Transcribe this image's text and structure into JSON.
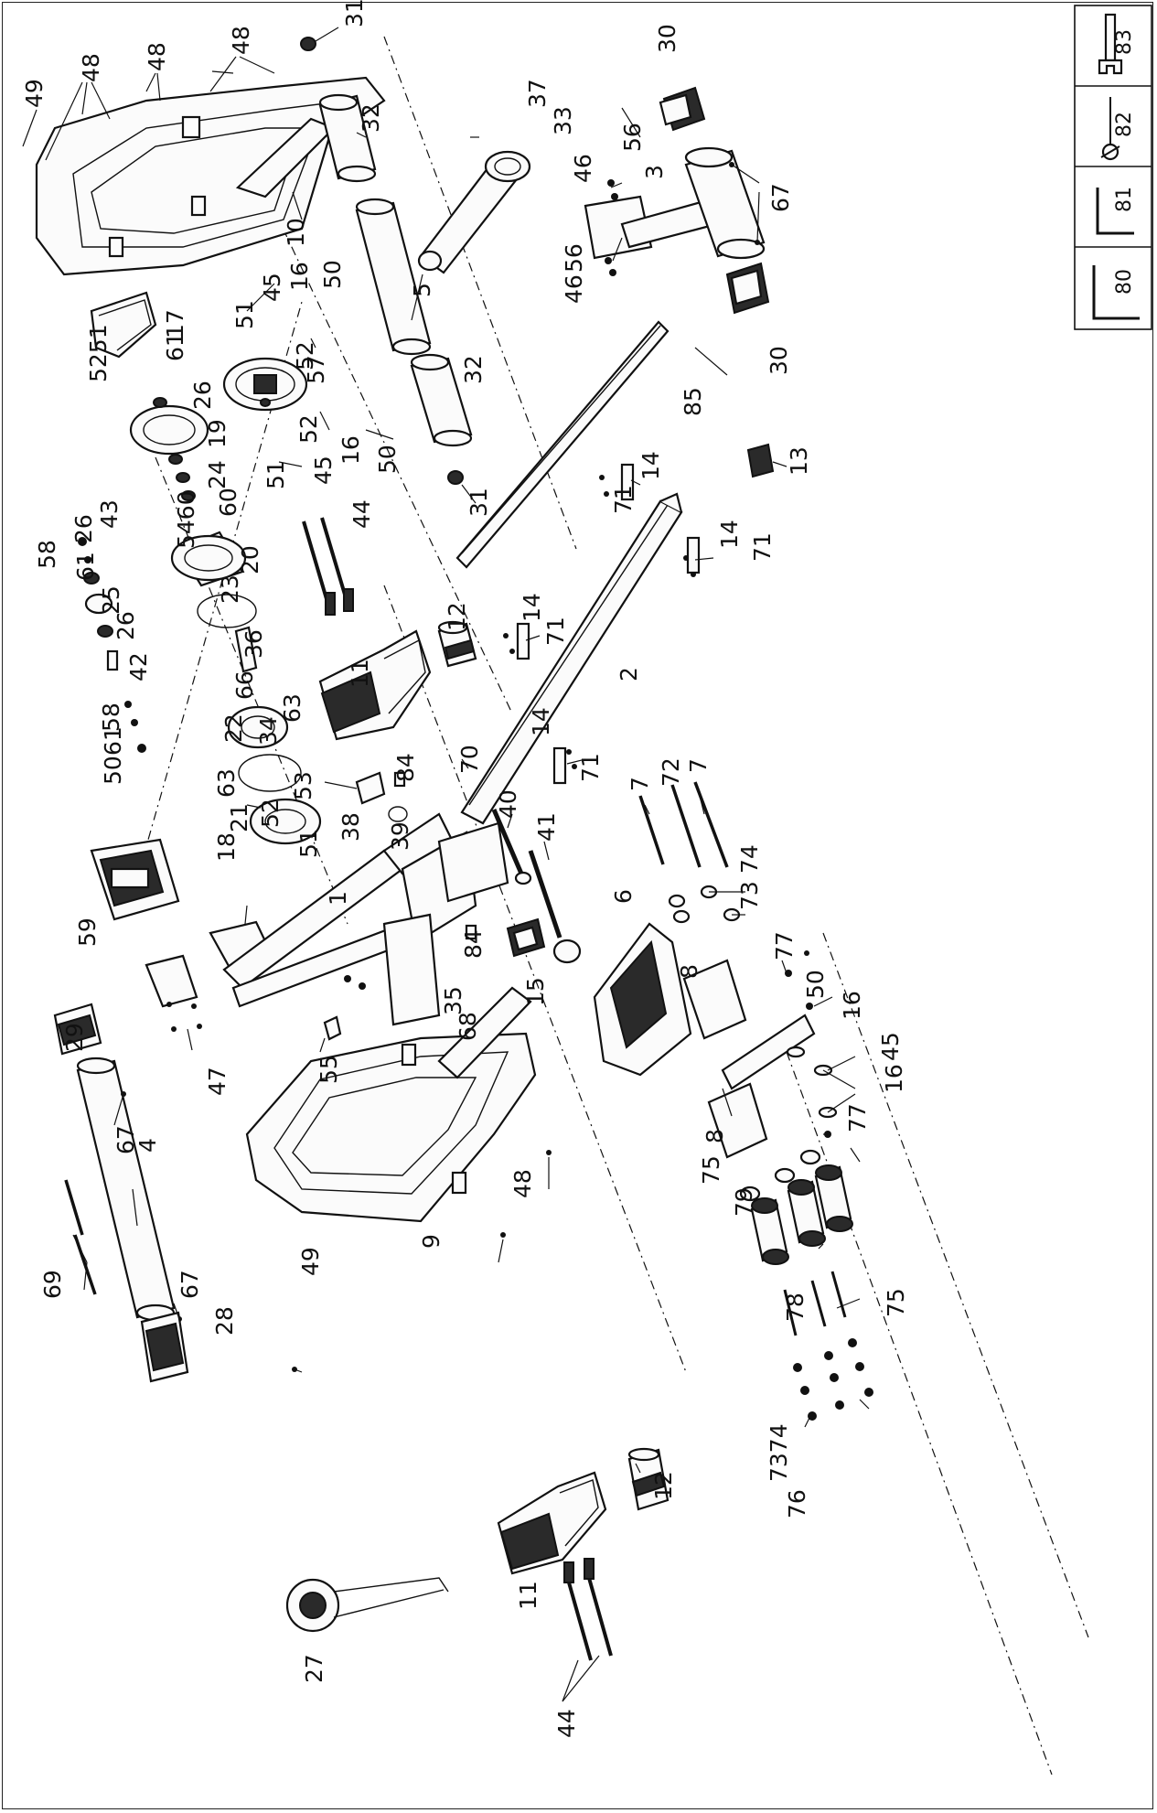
{
  "tools": [
    {
      "number": "80",
      "icon": "l-hex-key-icon"
    },
    {
      "number": "81",
      "icon": "l-hex-key-small-icon"
    },
    {
      "number": "82",
      "icon": "cross-wrench-icon"
    },
    {
      "number": "83",
      "icon": "open-wrench-icon"
    }
  ],
  "callouts": [
    {
      "id": "c49a",
      "text": "49"
    },
    {
      "id": "c48a",
      "text": "48"
    },
    {
      "id": "c48b",
      "text": "48"
    },
    {
      "id": "c48c",
      "text": "48"
    },
    {
      "id": "c31a",
      "text": "31"
    },
    {
      "id": "c32a",
      "text": "32"
    },
    {
      "id": "c37",
      "text": "37"
    },
    {
      "id": "c33",
      "text": "33"
    },
    {
      "id": "c30a",
      "text": "30"
    },
    {
      "id": "c46a",
      "text": "46"
    },
    {
      "id": "c56a",
      "text": "56"
    },
    {
      "id": "c3",
      "text": "3"
    },
    {
      "id": "c67a",
      "text": "67"
    },
    {
      "id": "c10",
      "text": "10"
    },
    {
      "id": "c5",
      "text": "5"
    },
    {
      "id": "c51a",
      "text": "51"
    },
    {
      "id": "c45a",
      "text": "45"
    },
    {
      "id": "c16a",
      "text": "16"
    },
    {
      "id": "c50a",
      "text": "50"
    },
    {
      "id": "c52a",
      "text": "52"
    },
    {
      "id": "c17",
      "text": "17"
    },
    {
      "id": "c5251",
      "text": "5251"
    },
    {
      "id": "c61a",
      "text": "61"
    },
    {
      "id": "c26a",
      "text": "26"
    },
    {
      "id": "c57",
      "text": "57"
    },
    {
      "id": "c46b",
      "text": "46"
    },
    {
      "id": "c56b",
      "text": "56"
    },
    {
      "id": "c30b",
      "text": "30"
    },
    {
      "id": "c19",
      "text": "19"
    },
    {
      "id": "c52b",
      "text": "52"
    },
    {
      "id": "c32b",
      "text": "32"
    },
    {
      "id": "c24",
      "text": "24"
    },
    {
      "id": "c45b",
      "text": "45"
    },
    {
      "id": "c16b",
      "text": "16"
    },
    {
      "id": "c50b",
      "text": "50"
    },
    {
      "id": "c85",
      "text": "85"
    },
    {
      "id": "c51b",
      "text": "51"
    },
    {
      "id": "c31b",
      "text": "31"
    },
    {
      "id": "c5460",
      "text": "5460"
    },
    {
      "id": "c60",
      "text": "60"
    },
    {
      "id": "c43",
      "text": "43"
    },
    {
      "id": "c61b",
      "text": "61"
    },
    {
      "id": "c26b",
      "text": "26"
    },
    {
      "id": "c58a",
      "text": "58"
    },
    {
      "id": "c20",
      "text": "20"
    },
    {
      "id": "c44a",
      "text": "44"
    },
    {
      "id": "c14a",
      "text": "14"
    },
    {
      "id": "c71a",
      "text": "71"
    },
    {
      "id": "c13",
      "text": "13"
    },
    {
      "id": "c14b",
      "text": "14"
    },
    {
      "id": "c71b",
      "text": "71"
    },
    {
      "id": "c25",
      "text": "25"
    },
    {
      "id": "c26c",
      "text": "26"
    },
    {
      "id": "c23",
      "text": "23"
    },
    {
      "id": "c12a",
      "text": "12"
    },
    {
      "id": "c42",
      "text": "42"
    },
    {
      "id": "c36",
      "text": "36"
    },
    {
      "id": "c14c",
      "text": "14"
    },
    {
      "id": "c71c",
      "text": "71"
    },
    {
      "id": "c2",
      "text": "2"
    },
    {
      "id": "c66",
      "text": "66"
    },
    {
      "id": "c11a",
      "text": "11"
    },
    {
      "id": "c58b",
      "text": "58"
    },
    {
      "id": "c34",
      "text": "34"
    },
    {
      "id": "c63a",
      "text": "63"
    },
    {
      "id": "c70",
      "text": "70"
    },
    {
      "id": "c61c",
      "text": "61"
    },
    {
      "id": "c14d",
      "text": "14"
    },
    {
      "id": "c50c",
      "text": "50"
    },
    {
      "id": "c22",
      "text": "22"
    },
    {
      "id": "c71d",
      "text": "71"
    },
    {
      "id": "c84a",
      "text": "84"
    },
    {
      "id": "c63b",
      "text": "63"
    },
    {
      "id": "c21",
      "text": "21"
    },
    {
      "id": "c53",
      "text": "53"
    },
    {
      "id": "c52c",
      "text": "52"
    },
    {
      "id": "c38",
      "text": "38"
    },
    {
      "id": "c39",
      "text": "39"
    },
    {
      "id": "c40",
      "text": "40"
    },
    {
      "id": "c7a",
      "text": "7"
    },
    {
      "id": "c72",
      "text": "72"
    },
    {
      "id": "c7b",
      "text": "7"
    },
    {
      "id": "c18",
      "text": "18"
    },
    {
      "id": "c51c",
      "text": "51"
    },
    {
      "id": "c41",
      "text": "41"
    },
    {
      "id": "c73a",
      "text": "73"
    },
    {
      "id": "c74a",
      "text": "74"
    },
    {
      "id": "c59",
      "text": "59"
    },
    {
      "id": "c1",
      "text": "1"
    },
    {
      "id": "c6",
      "text": "6"
    },
    {
      "id": "c84b",
      "text": "84"
    },
    {
      "id": "c77a",
      "text": "77"
    },
    {
      "id": "c8a",
      "text": "8"
    },
    {
      "id": "c50d",
      "text": "50"
    },
    {
      "id": "c15",
      "text": "15"
    },
    {
      "id": "c16c",
      "text": "16"
    },
    {
      "id": "c45c",
      "text": "45"
    },
    {
      "id": "c35",
      "text": "35"
    },
    {
      "id": "c68",
      "text": "68"
    },
    {
      "id": "c47",
      "text": "47"
    },
    {
      "id": "c55",
      "text": "55"
    },
    {
      "id": "c29",
      "text": "29"
    },
    {
      "id": "c67b",
      "text": "67"
    },
    {
      "id": "c77b",
      "text": "77"
    },
    {
      "id": "c16d",
      "text": "16"
    },
    {
      "id": "c8b",
      "text": "8"
    },
    {
      "id": "c75a",
      "text": "75"
    },
    {
      "id": "c48d",
      "text": "48"
    },
    {
      "id": "c4",
      "text": "4"
    },
    {
      "id": "c79",
      "text": "79"
    },
    {
      "id": "c9",
      "text": "9"
    },
    {
      "id": "c49b",
      "text": "49"
    },
    {
      "id": "c78",
      "text": "78"
    },
    {
      "id": "c75b",
      "text": "75"
    },
    {
      "id": "c69",
      "text": "69"
    },
    {
      "id": "c67c",
      "text": "67"
    },
    {
      "id": "c12b",
      "text": "12"
    },
    {
      "id": "c28",
      "text": "28"
    },
    {
      "id": "c11b",
      "text": "11"
    },
    {
      "id": "c7374",
      "text": "7374"
    },
    {
      "id": "c76",
      "text": "76"
    },
    {
      "id": "c27",
      "text": "27"
    },
    {
      "id": "c44b",
      "text": "44"
    }
  ]
}
